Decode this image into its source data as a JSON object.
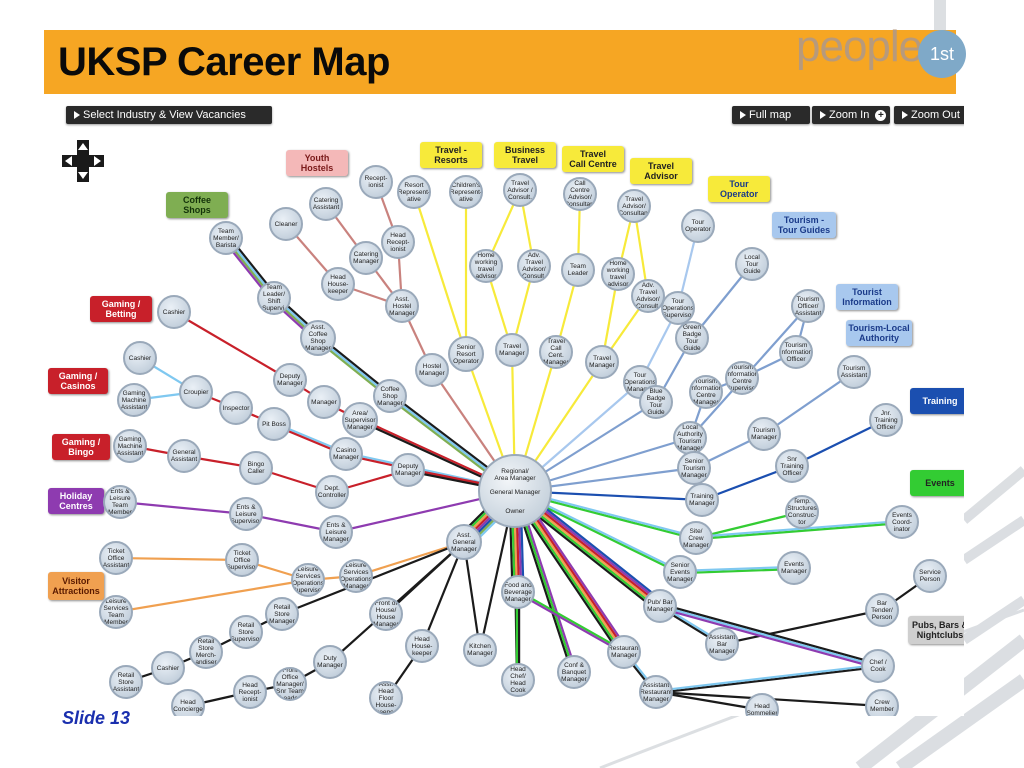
{
  "title": "UKSP Career Map",
  "logo": {
    "word": "people",
    "badge": "1st"
  },
  "slide_label": "Slide 13",
  "toolbar": {
    "select": "Select Industry & View Vacancies",
    "full_map": "Full map",
    "zoom_in": "Zoom In",
    "zoom_out": "Zoom Out",
    "zoom_in_symbol": "+",
    "zoom_out_symbol": "−"
  },
  "colors": {
    "title_bar": "#f6a623",
    "coffee": "#7fae52",
    "youth": "#f4b8b8",
    "gaming_red": "#c8202a",
    "holiday": "#8e3bb0",
    "visitor": "#f0a050",
    "travel_yellow": "#f7ea3a",
    "tour_blue": "#a8c8ee",
    "training": "#1b4fb0",
    "events": "#33cc33",
    "pubs": "#cfcfcf"
  },
  "categories": {
    "youth_hostels": "Youth\nHostels",
    "coffee_shops": "Coffee\nShops",
    "gaming_betting": "Gaming /\nBetting",
    "gaming_casinos": "Gaming /\nCasinos",
    "gaming_bingo": "Gaming /\nBingo",
    "holiday_centres": "Holiday\nCentres",
    "visitor_attractions": "Visitor\nAttractions",
    "travel_resorts": "Travel -\nResorts",
    "business_travel": "Business\nTravel",
    "travel_call_centre": "Travel\nCall Centre",
    "travel_advisor": "Travel\nAdvisor",
    "tour_operator": "Tour\nOperator",
    "tourism_tour_guides": "Tourism -\nTour Guides",
    "tourist_information": "Tourist\nInformation",
    "tourism_local_authority": "Tourism-Local\nAuthority",
    "training": "Training",
    "events": "Events",
    "pubs_bars": "Pubs, Bars &\nNightclubs"
  },
  "hub": {
    "line1": "Regional/\nArea Manager",
    "line2": "General Manager",
    "line3": "Owner"
  },
  "nodes": {
    "reception": "Recept-\nionist",
    "catering_assistant": "Catering\nAssistant",
    "cleaner": "Cleaner",
    "head_receptionist": "Head\nRecept-\nionist",
    "team_member_barista": "Team\nMember/\nBarista",
    "catering_manager": "Catering\nManager",
    "head_housekeeper": "Head\nHouse-\nkeeper",
    "team_leader_shift": "Team\nLeader/\nShift\nSupervi.",
    "asst_hostel_manager": "Asst.\nHostel\nManager",
    "asst_coffee_shop_manager": "Asst.\nCoffee\nShop\nManager",
    "cashier_betting": "Cashier",
    "cashier_casino": "Cashier",
    "gaming_machine_assistant": "Gaming\nMachine\nAssistant",
    "croupier": "Croupier",
    "inspector": "Inspector",
    "deputy_manager_1": "Deputy\nManager",
    "manager": "Manager",
    "coffee_shop_manager": "Coffee\nShop\nManager",
    "hostel_manager": "Hostel\nManager",
    "area_supervisor_manager": "Area/\nSupervisor\nManager",
    "pit_boss": "Pit Boss",
    "gaming_machine_assistant_2": "Gaming\nMachine\nAssistant",
    "general_assistant": "General\nAssistant",
    "bingo_caller": "Bingo\nCaller",
    "casino_manager": "Casino\nManager",
    "deputy_manager_2": "Deputy\nManager",
    "dept_controller": "Dept.\nController",
    "ents_team_member": "Ents &\nLeisure\nTeam\nMember",
    "ents_supervisor": "Ents &\nLeisure\nSupervisor",
    "ents_manager": "Ents &\nLeisure\nManager",
    "ticket_office_assistant": "Ticket\nOffice\nAssistant",
    "ticket_office_supervisor": "Ticket\nOffice\nSupervisor",
    "leisure_team_member": "Leisure\nServices\nTeam\nMember",
    "leisure_ops_supervisor": "Leisure\nServices\nOperations\nSupervisor",
    "leisure_ops_manager": "Leisure\nServices\nOperations\nManager",
    "retail_store_manager": "Retail\nStore\nManager",
    "retail_store_supervisor": "Retail\nStore\nSupervisor",
    "retail_merchandiser": "Retail\nStore\nMerch-\nandiser",
    "cashier_retail": "Cashier",
    "retail_store_assistant": "Retail\nStore\nAssistant",
    "head_concierge": "Head\nConcierge",
    "head_receptionist_2": "Head\nRecept-\nionist",
    "front_office_manager": "Front Office\nManager/\nSnr Team\nLeader",
    "duty_manager": "Duty\nManager",
    "front_house_manager": "Front of\nHouse/\nHouse\nManager",
    "head_housekeeper_2": "Head\nHouse-\nkeeper",
    "asst_head_housekeeper": "Asst.\nHead Floor\nHouse-\nkeeper",
    "asst_general_manager": "Asst.\nGeneral\nManager",
    "resort_rep": "Resort\nRepresent-\native",
    "childrens_rep": "Children's\nRepresent-\native",
    "travel_advisor_consult_1": "Travel\nAdvisor /\nConsult.",
    "call_centre_advisor": "Call\nCentre\nAdvisor/\nConsultant",
    "travel_advisor_consultant_2": "Travel\nAdvisor/\nConsultant",
    "tour_operator_node": "Tour\nOperator",
    "home_working_advisor_1": "Home\nworking\ntravel\nadvisor",
    "adv_travel_advisor_1": "Adv.\nTravel\nAdvisor/\nConsult.",
    "team_leader": "Team\nLeader",
    "home_working_advisor_2": "Home\nworking\ntravel\nadvisor",
    "adv_travel_advisor_2": "Adv.\nTravel\nAdvisor/\nConsult.",
    "tour_ops_supervisor": "Tour\nOperations\nSupervisor",
    "local_tour_guide": "Local Tour\nGuide",
    "senior_resort_operator": "Senior\nResort\nOperator",
    "travel_manager_1": "Travel\nManager",
    "travel_call_cent_manager": "Travel\nCall Cent.\nManager",
    "travel_manager_2": "Travel\nManager",
    "tour_ops_manager": "Tour\nOperations\nManager",
    "green_badge_guide": "Green\nBadge\nTour\nGuide",
    "blue_badge_guide": "Blue\nBadge\nTour\nGuide",
    "tourism_officer_assistant": "Tourism\nOfficer/\nAssistant",
    "tourism_info_officer": "Tourism\nInformation\nOfficer",
    "tourism_info_centre_supervisor": "Tourism\nInformation\nCentre\nSupervisor",
    "tourism_info_centre_manager": "Tourism\nInformation\nCentre\nManager",
    "tourism_assistant": "Tourism\nAssistant",
    "local_authority_tourism_manager": "Local\nAuthority\nTourism\nManager",
    "tourism_manager": "Tourism\nManager",
    "jnr_training_officer": "Jnr.\nTraining\nOfficer",
    "senior_tourism_manager": "Senior\nTourism\nManager",
    "snr_training_officer": "Snr\nTraining\nOfficer",
    "training_manager": "Training\nManager",
    "temp_structures": "Temp.\nStructures\nConstruc-\ntor",
    "site_crew_manager": "Site/ Crew\nManager",
    "events_coordinator": "Events\nCoord-\ninator",
    "senior_events_manager": "Senior\nEvents\nManager",
    "events_manager": "Events\nManager",
    "service_person": "Service\nPerson",
    "food_beverage_manager": "Food and\nBeverage\nManager",
    "pub_bar_manager": "Pub/ Bar\nManager",
    "bar_tender": "Bar\nTender/\nPerson",
    "assistant_bar_manager": "Assistant\nBar\nManager",
    "kitchen_manager": "Kitchen\nManager",
    "restaurant_manager": "Restaurant\nManager",
    "conf_banquet_manager": "Conf &\nBanquet\nManager",
    "chef_cook": "Chef /\nCook",
    "head_chef": "Head\nChef/\nHead\nCook",
    "asst_restaurant_manager": "Assistant\nRestaurant\nManager",
    "head_sommelier": "Head\nSommelier",
    "crew_member": "Crew\nMember"
  }
}
